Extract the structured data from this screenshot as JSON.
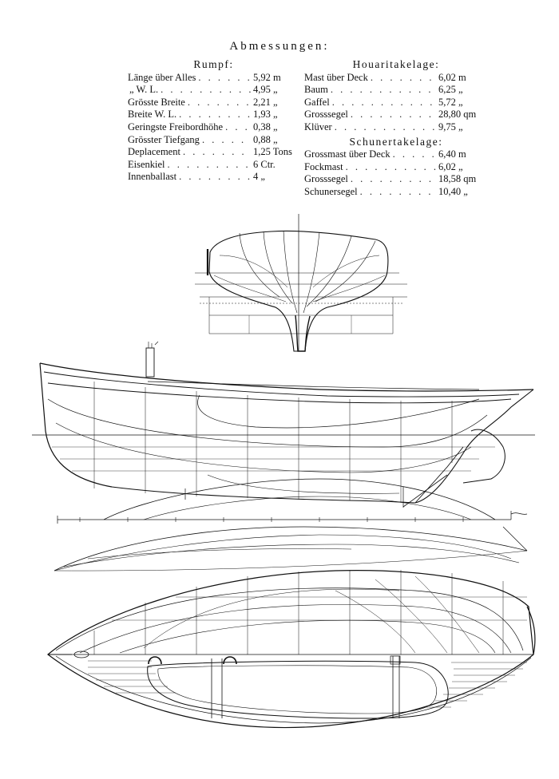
{
  "title": "Abmessungen:",
  "rumpf": {
    "heading": "Rumpf:",
    "rows": [
      {
        "label": "Länge über Alles",
        "value": "5,92 m"
      },
      {
        "label": "„    W. L.",
        "value": "4,95 „"
      },
      {
        "label": "Grösste Breite",
        "value": "2,21 „"
      },
      {
        "label": "Breite W. L.",
        "value": "1,93 „"
      },
      {
        "label": "Geringste Freibordhöhe",
        "value": "0,38 „"
      },
      {
        "label": "Grösster Tiefgang",
        "value": "0,88 „"
      },
      {
        "label": "Deplacement",
        "value": "1,25 Tons"
      },
      {
        "label": "Eisenkiel",
        "value": "6 Ctr."
      },
      {
        "label": "Innenballast",
        "value": "4  „"
      }
    ]
  },
  "houari": {
    "heading": "Houaritakelage:",
    "rows": [
      {
        "label": "Mast über Deck",
        "value": "6,02 m"
      },
      {
        "label": "Baum",
        "value": "6,25 „"
      },
      {
        "label": "Gaffel",
        "value": "5,72 „"
      },
      {
        "label": "Grosssegel",
        "value": "28,80 qm"
      },
      {
        "label": "Klüver",
        "value": "9,75 „"
      }
    ]
  },
  "schuner": {
    "heading": "Schunertakelage:",
    "rows": [
      {
        "label": "Grossmast über Deck",
        "value": "6,40 m"
      },
      {
        "label": "Fockmast",
        "value": "6,02 „"
      },
      {
        "label": "Grosssegel",
        "value": "18,58 qm"
      },
      {
        "label": "Schunersegel",
        "value": "10,40 „"
      }
    ]
  }
}
